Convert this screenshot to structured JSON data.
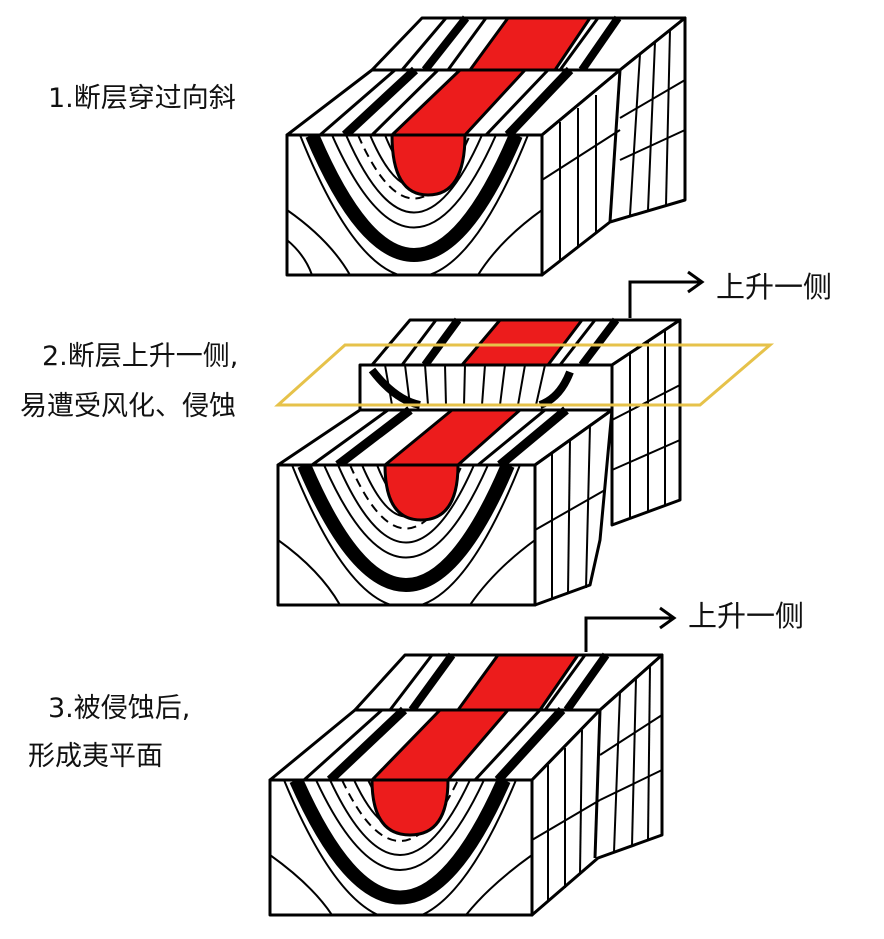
{
  "labels": {
    "step1": "1.断层穿过向斜",
    "step2_line1": "2.断层上升一侧,",
    "step2_line2": "易遭受风化、侵蚀",
    "step3_line1": "3.被侵蚀后,",
    "step3_line2": "形成夷平面",
    "uplift_side_a": "上升一侧",
    "uplift_side_b": "上升一侧"
  },
  "colors": {
    "core": "#ec1c1c",
    "outline": "#000000",
    "plane": "#e6c24a"
  }
}
